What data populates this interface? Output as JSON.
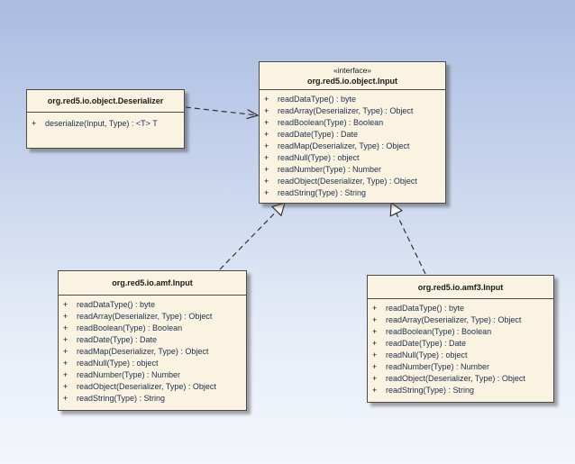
{
  "deserializer": {
    "name": "org.red5.io.object.Deserializer",
    "operations": [
      {
        "vis": "+",
        "sig": "deserialize(Input, Type) : <T> T"
      }
    ]
  },
  "input_interface": {
    "stereotype": "«interface»",
    "name": "org.red5.io.object.Input",
    "operations": [
      {
        "vis": "+",
        "sig": "readDataType() : byte"
      },
      {
        "vis": "+",
        "sig": "readArray(Deserializer, Type) : Object"
      },
      {
        "vis": "+",
        "sig": "readBoolean(Type) : Boolean"
      },
      {
        "vis": "+",
        "sig": "readDate(Type) : Date"
      },
      {
        "vis": "+",
        "sig": "readMap(Deserializer, Type) : Object"
      },
      {
        "vis": "+",
        "sig": "readNull(Type) : object"
      },
      {
        "vis": "+",
        "sig": "readNumber(Type) : Number"
      },
      {
        "vis": "+",
        "sig": "readObject(Deserializer, Type) : Object"
      },
      {
        "vis": "+",
        "sig": "readString(Type) : String"
      }
    ]
  },
  "amf_input": {
    "name": "org.red5.io.amf.Input",
    "operations": [
      {
        "vis": "+",
        "sig": "readDataType() : byte"
      },
      {
        "vis": "+",
        "sig": "readArray(Deserializer, Type) : Object"
      },
      {
        "vis": "+",
        "sig": "readBoolean(Type) : Boolean"
      },
      {
        "vis": "+",
        "sig": "readDate(Type) : Date"
      },
      {
        "vis": "+",
        "sig": "readMap(Deserializer, Type) : Object"
      },
      {
        "vis": "+",
        "sig": "readNull(Type) : object"
      },
      {
        "vis": "+",
        "sig": "readNumber(Type) : Number"
      },
      {
        "vis": "+",
        "sig": "readObject(Deserializer, Type) : Object"
      },
      {
        "vis": "+",
        "sig": "readString(Type) : String"
      }
    ]
  },
  "amf3_input": {
    "name": "org.red5.io.amf3.Input",
    "operations": [
      {
        "vis": "+",
        "sig": "readDataType() : byte"
      },
      {
        "vis": "+",
        "sig": "readArray(Deserializer, Type) : Object"
      },
      {
        "vis": "+",
        "sig": "readBoolean(Type) : Boolean"
      },
      {
        "vis": "+",
        "sig": "readDate(Type) : Date"
      },
      {
        "vis": "+",
        "sig": "readNull(Type) : object"
      },
      {
        "vis": "+",
        "sig": "readNumber(Type) : Number"
      },
      {
        "vis": "+",
        "sig": "readObject(Deserializer, Type) : Object"
      },
      {
        "vis": "+",
        "sig": "readString(Type) : String"
      }
    ]
  },
  "colors": {
    "box_fill": "#fbf3e2",
    "box_border": "#4a4a4a",
    "line": "#333333"
  }
}
